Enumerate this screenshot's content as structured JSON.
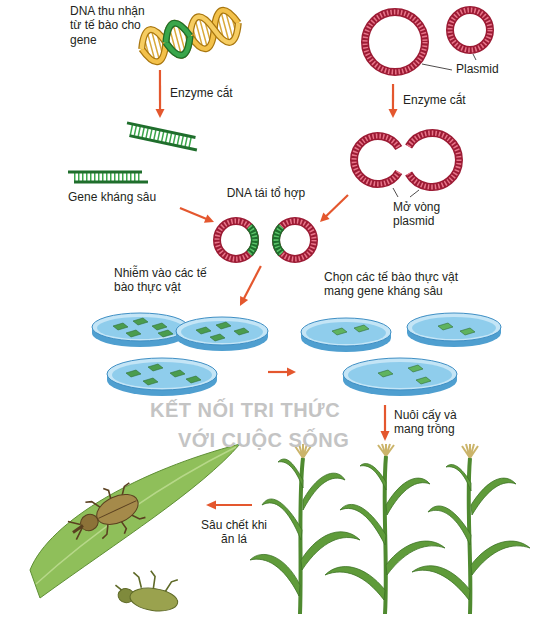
{
  "diagram": {
    "nodes": [
      {
        "text": [
          "DNA thu nhận từ tế bào cho gene"
        ]
      },
      {
        "text": [
          "Gene kháng sâu"
        ]
      },
      {
        "text": [
          "Plasmid"
        ]
      },
      {
        "text": [
          "Mở vòng plasmid"
        ]
      },
      {
        "text": [
          "DNA tái tổ hợp"
        ]
      },
      {
        "text": [
          "Nhiễm vào các tế bào thực vật"
        ]
      },
      {
        "text": [
          "Chọn các tế bào thực vật mang gene kháng sâu"
        ]
      }
    ],
    "edges": [
      {
        "from": 0,
        "to": 1,
        "arrow": "to",
        "label": "Enzyme cắt"
      },
      {
        "from": 2,
        "to": 3,
        "arrow": "to",
        "label": "Enzyme cắt"
      },
      {
        "from": 1,
        "to": 4,
        "arrow": "to"
      },
      {
        "from": 3,
        "to": 4,
        "arrow": "to"
      },
      {
        "from": 4,
        "to": 5,
        "arrow": "to"
      },
      {
        "from": 5,
        "to": 6,
        "arrow": "to"
      }
    ],
    "labels": [
      "Nuôi cấy và mang trồng",
      "Sâu chết khi ăn lá",
      "KẾT NỐI TRI THỨC",
      "VỚI CUỘC SỐNG"
    ]
  }
}
